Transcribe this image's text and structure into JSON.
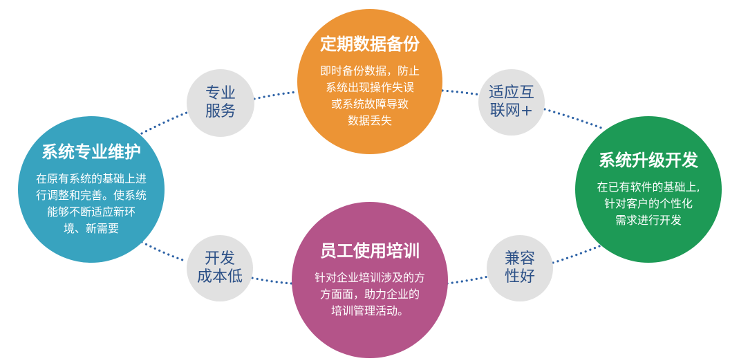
{
  "colors": {
    "backup": "#ec9435",
    "maintain": "#38a3bf",
    "upgrade": "#1d9a56",
    "training": "#b45489",
    "small_bg": "#e1e1e1",
    "small_text": "#2a4f86",
    "dots": "#2d62a6"
  },
  "main_nodes": {
    "backup": {
      "title": "定期数据备份",
      "lines": [
        "即时备份数据，防止",
        "系统出现操作失误",
        "或系统故障导致",
        "数据丢失"
      ]
    },
    "maintain": {
      "title": "系统专业维护",
      "lines": [
        "在原有系统的基础上进",
        "行调整和完善。使系统",
        "能够不断适应新环",
        "境、新需要"
      ]
    },
    "upgrade": {
      "title": "系统升级开发",
      "lines": [
        "在已有软件的基础上,",
        "针对客户的个性化",
        "需求进行开发"
      ]
    },
    "training": {
      "title": "员工使用培训",
      "lines": [
        "针对企业培训涉及的方",
        "方面面，助力企业的",
        "培训管理活动。"
      ]
    }
  },
  "benefits": {
    "professional": [
      "专业",
      "服务"
    ],
    "internet": [
      "适应互",
      "联网+"
    ],
    "low_cost": [
      "开发",
      "成本低"
    ],
    "compatible": [
      "兼容",
      "性好"
    ]
  }
}
